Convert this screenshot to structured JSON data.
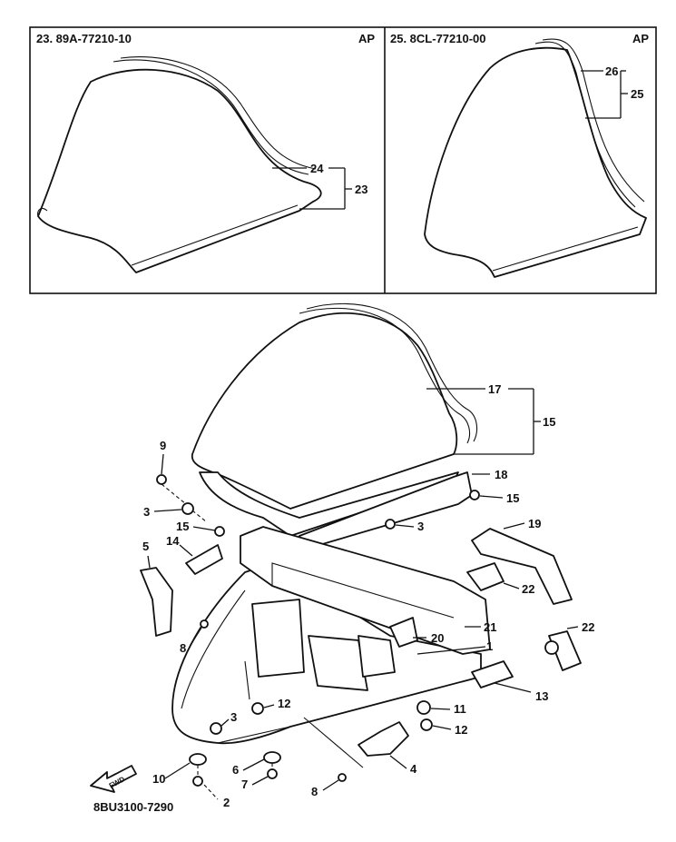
{
  "inset_left": {
    "header": "23. 89A-77210-10",
    "region": "AP",
    "labels": [
      "24",
      "23"
    ]
  },
  "inset_right": {
    "header": "25. 8CL-77210-00",
    "region": "AP",
    "labels": [
      "26",
      "25"
    ]
  },
  "callouts": {
    "c17": "17",
    "c15a": "15",
    "c18": "18",
    "c15b": "15",
    "c3a": "3",
    "c9": "9",
    "c3b": "3",
    "c15c": "15",
    "c14": "14",
    "c5": "5",
    "c19": "19",
    "c22a": "22",
    "c21": "21",
    "c20": "20",
    "c22b": "22",
    "c8a": "8",
    "c1": "1",
    "c13": "13",
    "c12a": "12",
    "c3c": "3",
    "c11": "11",
    "c12b": "12",
    "c4": "4",
    "c10": "10",
    "c6": "6",
    "c7": "7",
    "c2": "2",
    "c8b": "8"
  },
  "fwd_label": "FWD",
  "footer_code": "8BU3100-7290"
}
